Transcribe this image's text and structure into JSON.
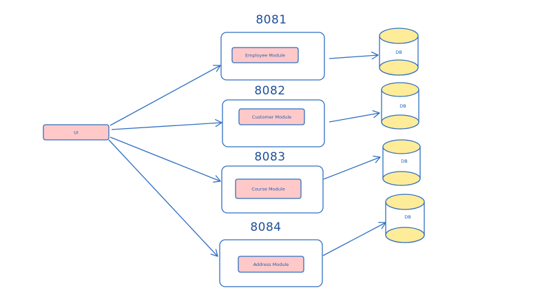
{
  "ui": {
    "label": "UI"
  },
  "services": [
    {
      "port": "8081",
      "module": "Employee Module",
      "db": "DB"
    },
    {
      "port": "8082",
      "module": "Customer Module",
      "db": "DB"
    },
    {
      "port": "8083",
      "module": "Course Module",
      "db": "DB"
    },
    {
      "port": "8084",
      "module": "Address Module",
      "db": "DB"
    }
  ],
  "colors": {
    "stroke": "#2f6fc1",
    "module_fill": "#ffc9c9",
    "db_top_fill": "#ffec99",
    "background": "#ffffff"
  }
}
